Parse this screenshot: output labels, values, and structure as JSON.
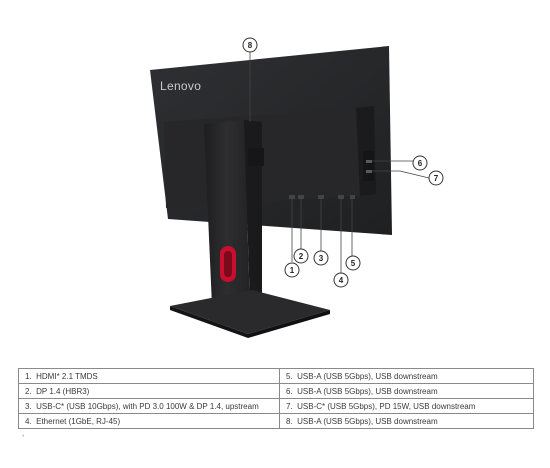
{
  "brand": {
    "logo_text": "Lenovo"
  },
  "callouts": [
    "8",
    "6",
    "7",
    "2",
    "1",
    "3",
    "4",
    "5"
  ],
  "ports": [
    [
      "1.",
      "HDMI* 2.1 TMDS",
      "5.",
      "USB-A (USB 5Gbps), USB downstream"
    ],
    [
      "2.",
      "DP 1.4 (HBR3)",
      "6.",
      "USB-A (USB 5Gbps), USB downstream"
    ],
    [
      "3.",
      "USB-C* (USB 10Gbps), with PD 3.0 100W & DP 1.4, upstream",
      "7.",
      "USB-C* (USB 5Gbps), PD 15W, USB downstream"
    ],
    [
      "4.",
      "Ethernet (1GbE, RJ-45)",
      "8.",
      "USB-A (USB 5Gbps), USB downstream"
    ]
  ],
  "footnote": "*",
  "colors": {
    "monitor_body": "#2b2b2d",
    "stand_accent": "#c8102e",
    "table_border": "#8a8a8a"
  }
}
